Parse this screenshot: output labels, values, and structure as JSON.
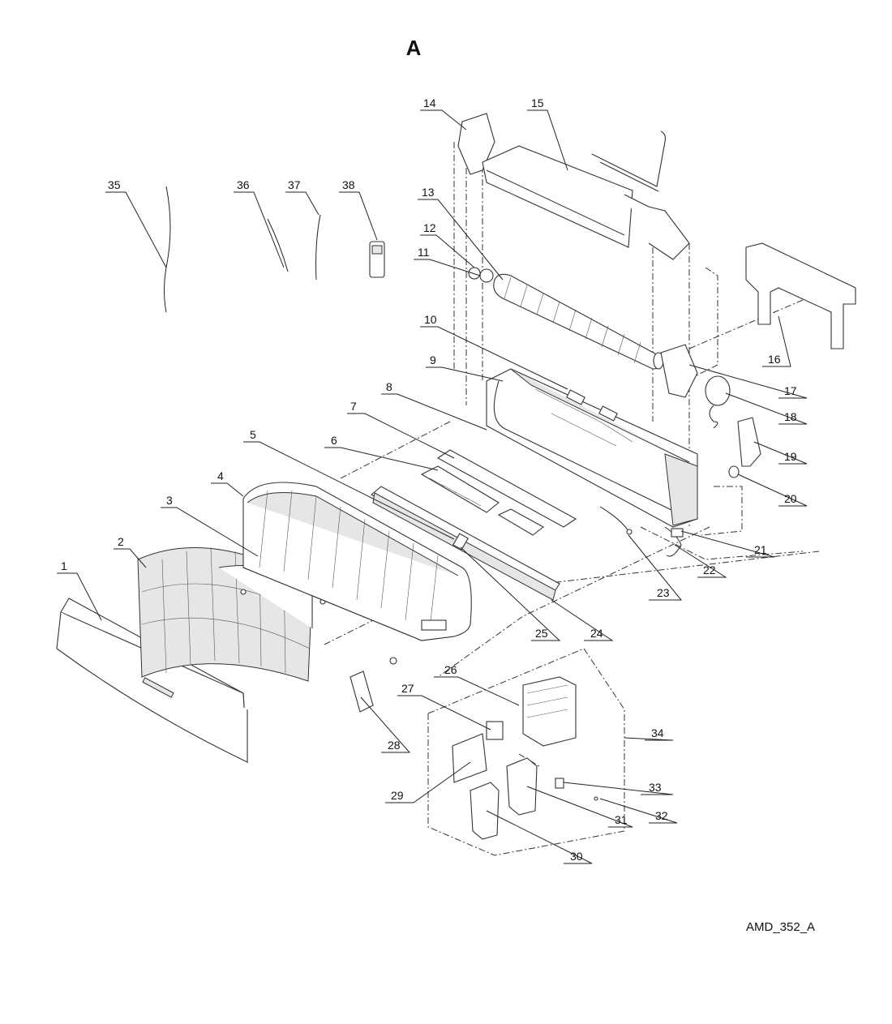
{
  "title": "A",
  "reference_code": "AMD_352_A",
  "callouts": [
    {
      "num": "1"
    },
    {
      "num": "2"
    },
    {
      "num": "3"
    },
    {
      "num": "4"
    },
    {
      "num": "5"
    },
    {
      "num": "6"
    },
    {
      "num": "7"
    },
    {
      "num": "8"
    },
    {
      "num": "9"
    },
    {
      "num": "10"
    },
    {
      "num": "11"
    },
    {
      "num": "12"
    },
    {
      "num": "13"
    },
    {
      "num": "14"
    },
    {
      "num": "15"
    },
    {
      "num": "16"
    },
    {
      "num": "17"
    },
    {
      "num": "18"
    },
    {
      "num": "19"
    },
    {
      "num": "20"
    },
    {
      "num": "21"
    },
    {
      "num": "22"
    },
    {
      "num": "23"
    },
    {
      "num": "24"
    },
    {
      "num": "25"
    },
    {
      "num": "26"
    },
    {
      "num": "27"
    },
    {
      "num": "28"
    },
    {
      "num": "29"
    },
    {
      "num": "30"
    },
    {
      "num": "31"
    },
    {
      "num": "32"
    },
    {
      "num": "33"
    },
    {
      "num": "34"
    },
    {
      "num": "35"
    },
    {
      "num": "36"
    },
    {
      "num": "37"
    },
    {
      "num": "38"
    }
  ]
}
